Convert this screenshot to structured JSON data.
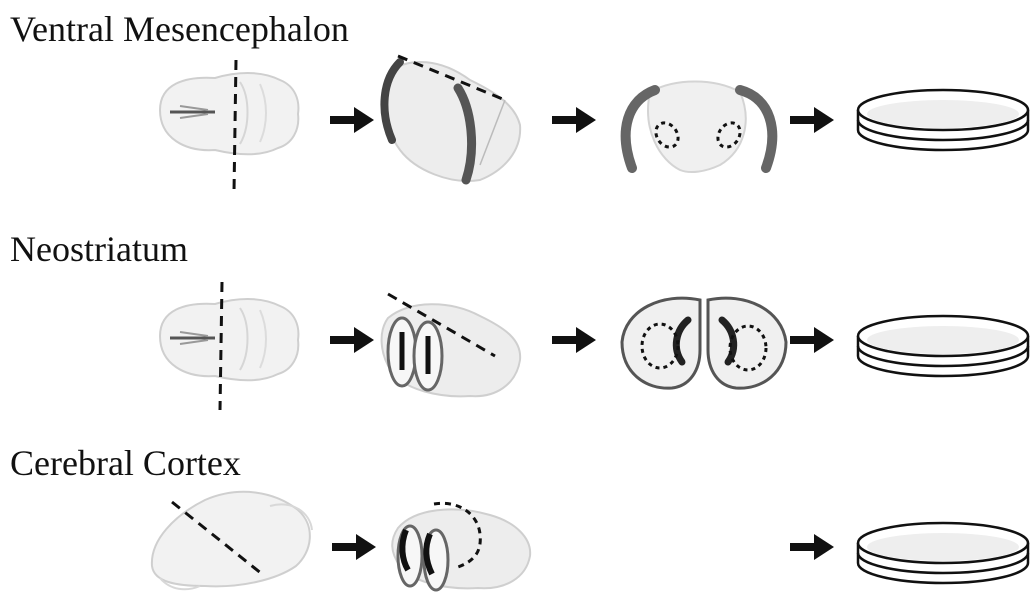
{
  "rows": [
    {
      "title": "Ventral Mesencephalon"
    },
    {
      "title": "Neostriatum"
    },
    {
      "title": "Cerebral Cortex"
    }
  ],
  "icons": {
    "brain": "brain-icon",
    "slice": "brain-slice-icon",
    "section": "coronal-section-icon",
    "arrow": "right-arrow-icon",
    "dish": "petri-dish-icon"
  }
}
